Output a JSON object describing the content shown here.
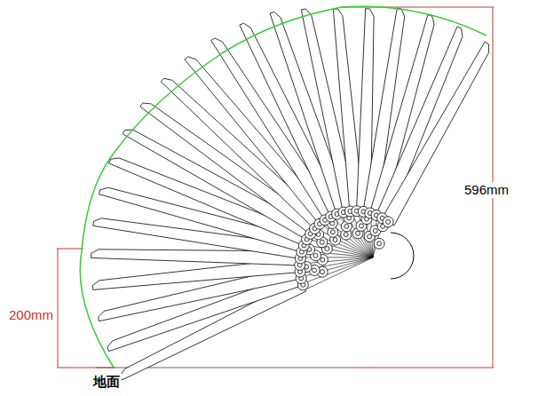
{
  "diagram": {
    "labels": [
      "596mm",
      "200mm",
      "地面"
    ]
  }
}
